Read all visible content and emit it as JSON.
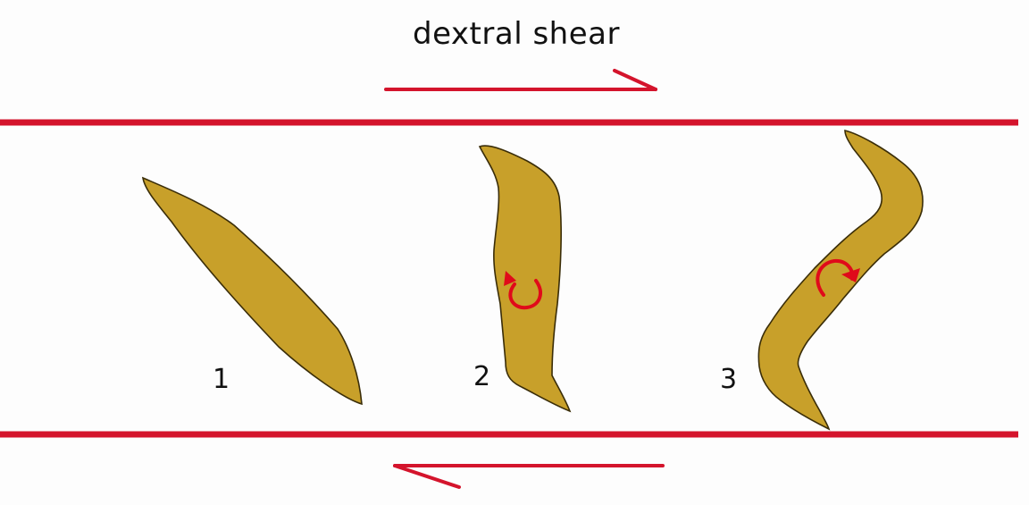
{
  "title": "dextral shear",
  "stages": [
    {
      "label": "1"
    },
    {
      "label": "2"
    },
    {
      "label": "3"
    }
  ],
  "colors": {
    "boundary": "#d4142c",
    "grain_fill": "#c8a02a",
    "grain_stroke": "#3a2d08",
    "rotation_arrow": "#e00a1a",
    "text": "#111111"
  }
}
